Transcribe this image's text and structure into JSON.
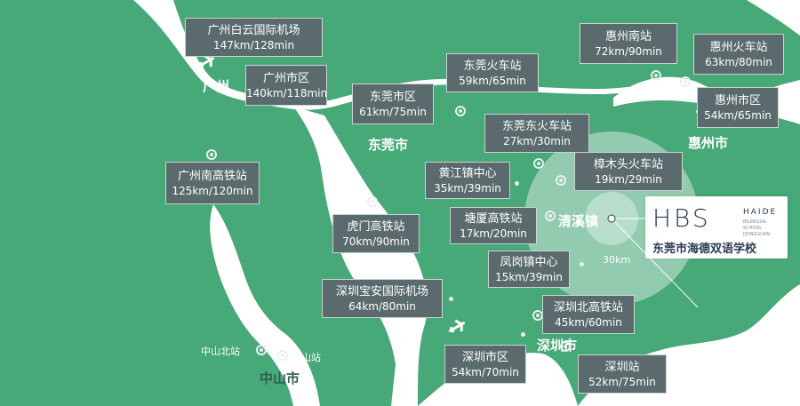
{
  "colors": {
    "land": "#47a878",
    "water": "#ffffff",
    "label_box": "#5b6b6d",
    "radius_circle": "#cfe8dc"
  },
  "cities": {
    "guangzhou": "广州",
    "dongguan": "东莞市",
    "huizhou": "惠州市",
    "shenzhen": "深圳市",
    "zhongshan": "中山市",
    "qingxi": "清溪镇"
  },
  "small_stations": {
    "zhongshan_north": "中山北站",
    "zhongshan": "中山站"
  },
  "radius_label": "30km",
  "school": {
    "logo_letters": "HBS",
    "logo_word": "HAIDE",
    "logo_small": "BILINGUAL SCHOOL DONGGUAN",
    "name": "东莞市海德双语学校"
  },
  "destinations": [
    {
      "name": "广州白云国际机场",
      "dist": "147km/128min"
    },
    {
      "name": "广州市区",
      "dist": "140km/118min"
    },
    {
      "name": "东莞火车站",
      "dist": "59km/65min"
    },
    {
      "name": "东莞市区",
      "dist": "61km/75min"
    },
    {
      "name": "惠州南站",
      "dist": "72km/90min"
    },
    {
      "name": "惠州火车站",
      "dist": "63km/80min"
    },
    {
      "name": "惠州市区",
      "dist": "54km/65min"
    },
    {
      "name": "东莞东火车站",
      "dist": "27km/30min"
    },
    {
      "name": "樟木头火车站",
      "dist": "19km/29min"
    },
    {
      "name": "黄江镇中心",
      "dist": "35km/39min"
    },
    {
      "name": "广州南高铁站",
      "dist": "125km/120min"
    },
    {
      "name": "塘厦高铁站",
      "dist": "17km/20min"
    },
    {
      "name": "虎门高铁站",
      "dist": "70km/90min"
    },
    {
      "name": "凤岗镇中心",
      "dist": "15km/39min"
    },
    {
      "name": "深圳宝安国际机场",
      "dist": "64km/80min"
    },
    {
      "name": "深圳北高铁站",
      "dist": "45km/60min"
    },
    {
      "name": "深圳市区",
      "dist": "54km/70min"
    },
    {
      "name": "深圳站",
      "dist": "52km/75min"
    }
  ]
}
